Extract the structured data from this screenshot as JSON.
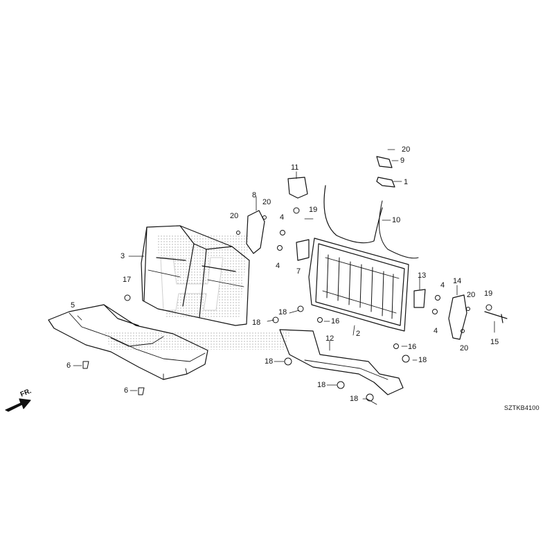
{
  "diagram": {
    "drawing_code": "SZTKB4100",
    "direction_label": "FR.",
    "watermark": "HONDA",
    "callouts": [
      {
        "id": "c1",
        "label": "1"
      },
      {
        "id": "c2",
        "label": "2"
      },
      {
        "id": "c3",
        "label": "3"
      },
      {
        "id": "c4a",
        "label": "4"
      },
      {
        "id": "c4b",
        "label": "4"
      },
      {
        "id": "c4c",
        "label": "4"
      },
      {
        "id": "c4d",
        "label": "4"
      },
      {
        "id": "c5",
        "label": "5"
      },
      {
        "id": "c6a",
        "label": "6"
      },
      {
        "id": "c6b",
        "label": "6"
      },
      {
        "id": "c7",
        "label": "7"
      },
      {
        "id": "c8",
        "label": "8"
      },
      {
        "id": "c9",
        "label": "9"
      },
      {
        "id": "c10",
        "label": "10"
      },
      {
        "id": "c11",
        "label": "11"
      },
      {
        "id": "c12",
        "label": "12"
      },
      {
        "id": "c13",
        "label": "13"
      },
      {
        "id": "c14",
        "label": "14"
      },
      {
        "id": "c15",
        "label": "15"
      },
      {
        "id": "c16a",
        "label": "16"
      },
      {
        "id": "c16b",
        "label": "16"
      },
      {
        "id": "c17",
        "label": "17"
      },
      {
        "id": "c18a",
        "label": "18"
      },
      {
        "id": "c18b",
        "label": "18"
      },
      {
        "id": "c18c",
        "label": "18"
      },
      {
        "id": "c18d",
        "label": "18"
      },
      {
        "id": "c18e",
        "label": "18"
      },
      {
        "id": "c18f",
        "label": "18"
      },
      {
        "id": "c19a",
        "label": "19"
      },
      {
        "id": "c19b",
        "label": "19"
      },
      {
        "id": "c20a",
        "label": "20"
      },
      {
        "id": "c20b",
        "label": "20"
      },
      {
        "id": "c20c",
        "label": "20"
      },
      {
        "id": "c20d",
        "label": "20"
      },
      {
        "id": "c20e",
        "label": "20"
      }
    ]
  }
}
